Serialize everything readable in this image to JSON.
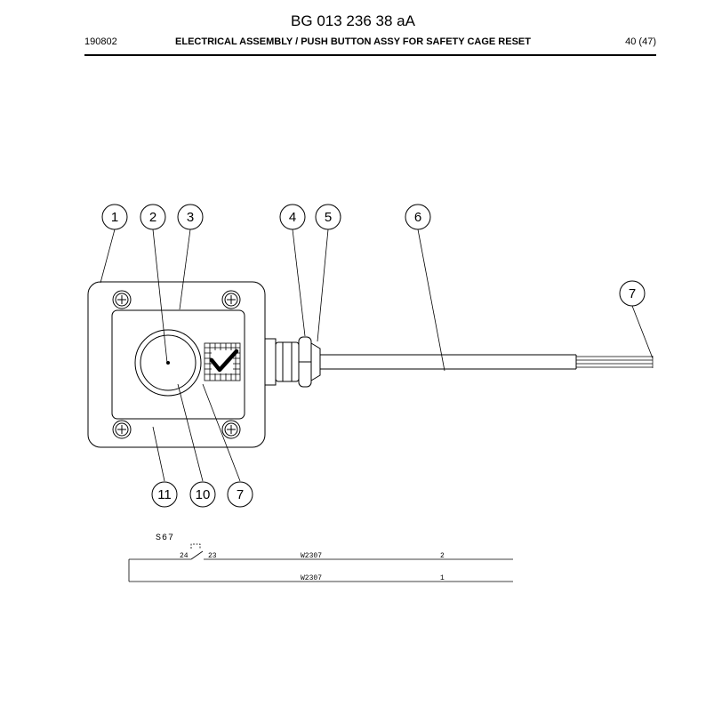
{
  "header": {
    "doc_number": "BG 013 236 38 aA",
    "date_code": "190802",
    "title": "ELECTRICAL ASSEMBLY / PUSH BUTTON ASSY FOR SAFETY CAGE RESET",
    "page": "40 (47)"
  },
  "callouts": [
    "1",
    "2",
    "3",
    "4",
    "5",
    "6",
    "7",
    "11",
    "10",
    "7"
  ],
  "schematic": {
    "component": "S67",
    "terminal_a": "24",
    "terminal_b": "23",
    "wire_top": "W2307",
    "wire_top_no": "2",
    "wire_bottom": "W2307",
    "wire_bottom_no": "1"
  }
}
